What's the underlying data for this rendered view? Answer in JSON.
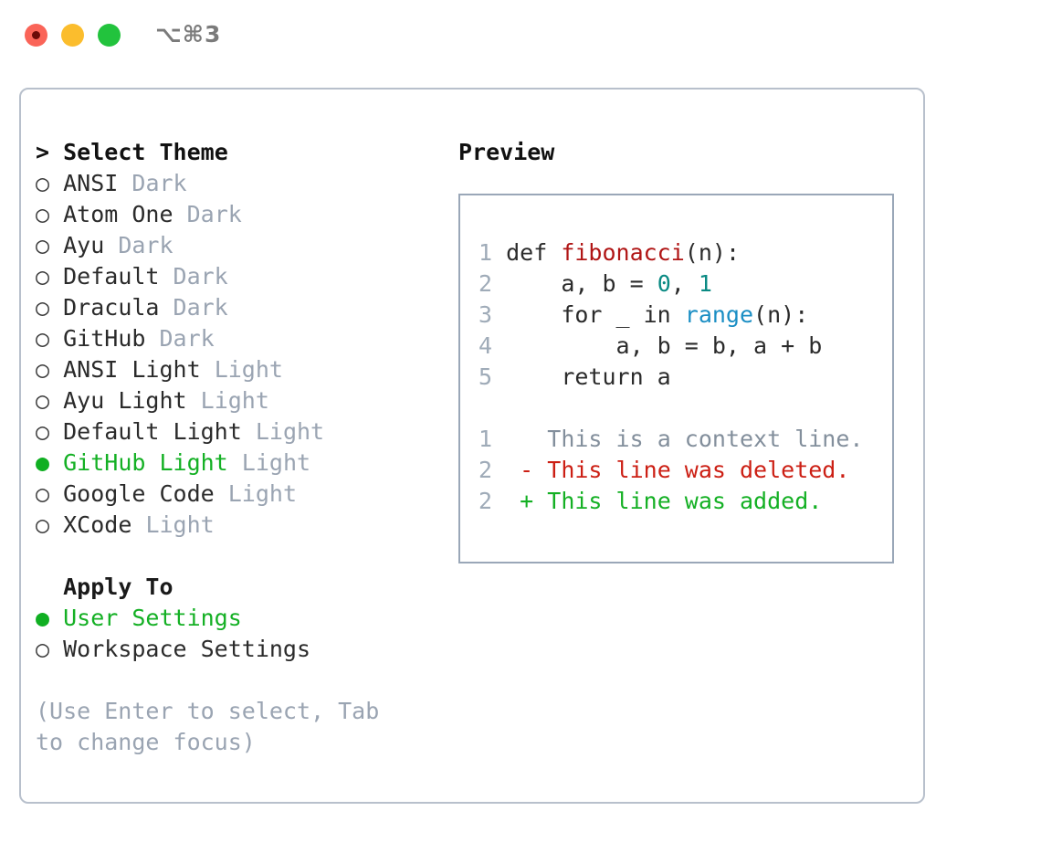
{
  "titlebar": {
    "shortcut": "⌥⌘3",
    "buttons": [
      {
        "name": "close",
        "color": "#fa6458"
      },
      {
        "name": "minimize",
        "color": "#fbbd2d"
      },
      {
        "name": "zoom",
        "color": "#22c33d"
      }
    ]
  },
  "theme_list": {
    "header_marker": ">",
    "header": "Select Theme",
    "items": [
      {
        "marker": "○",
        "name": "ANSI",
        "kind": "Dark",
        "selected": false
      },
      {
        "marker": "○",
        "name": "Atom One",
        "kind": "Dark",
        "selected": false
      },
      {
        "marker": "○",
        "name": "Ayu",
        "kind": "Dark",
        "selected": false
      },
      {
        "marker": "○",
        "name": "Default",
        "kind": "Dark",
        "selected": false
      },
      {
        "marker": "○",
        "name": "Dracula",
        "kind": "Dark",
        "selected": false
      },
      {
        "marker": "○",
        "name": "GitHub",
        "kind": "Dark",
        "selected": false
      },
      {
        "marker": "○",
        "name": "ANSI Light",
        "kind": "Light",
        "selected": false
      },
      {
        "marker": "○",
        "name": "Ayu Light",
        "kind": "Light",
        "selected": false
      },
      {
        "marker": "○",
        "name": "Default Light",
        "kind": "Light",
        "selected": false
      },
      {
        "marker": "●",
        "name": "GitHub Light",
        "kind": "Light",
        "selected": true
      },
      {
        "marker": "○",
        "name": "Google Code",
        "kind": "Light",
        "selected": false
      },
      {
        "marker": "○",
        "name": "XCode",
        "kind": "Light",
        "selected": false
      }
    ]
  },
  "apply_to": {
    "header": "Apply To",
    "items": [
      {
        "marker": "●",
        "name": "User Settings",
        "selected": true
      },
      {
        "marker": "○",
        "name": "Workspace Settings",
        "selected": false
      }
    ]
  },
  "hint": "(Use Enter to select, Tab to change focus)",
  "preview": {
    "title": "Preview",
    "code": [
      {
        "lno": "1",
        "tokens": [
          {
            "t": "def ",
            "c": "kw"
          },
          {
            "t": "fibonacci",
            "c": "fn"
          },
          {
            "t": "(n):",
            "c": "plain"
          }
        ]
      },
      {
        "lno": "2",
        "tokens": [
          {
            "t": "    a, b = ",
            "c": "plain"
          },
          {
            "t": "0",
            "c": "num"
          },
          {
            "t": ", ",
            "c": "plain"
          },
          {
            "t": "1",
            "c": "num"
          }
        ]
      },
      {
        "lno": "3",
        "tokens": [
          {
            "t": "    for _ in ",
            "c": "kw"
          },
          {
            "t": "range",
            "c": "call"
          },
          {
            "t": "(n):",
            "c": "plain"
          }
        ]
      },
      {
        "lno": "4",
        "tokens": [
          {
            "t": "        a, b = b, a + b",
            "c": "plain"
          }
        ]
      },
      {
        "lno": "5",
        "tokens": [
          {
            "t": "    return a",
            "c": "plain"
          }
        ]
      }
    ],
    "diff": [
      {
        "lno": "1",
        "sign": " ",
        "text": "This is a context line.",
        "kind": "context"
      },
      {
        "lno": "2",
        "sign": "-",
        "text": "This line was deleted.",
        "kind": "deleted"
      },
      {
        "lno": "2",
        "sign": "+",
        "text": "This line was added.",
        "kind": "added"
      }
    ]
  },
  "colors": {
    "accent_green": "#14b024",
    "muted": "#9aa4b2",
    "border": "#b8c0cc",
    "preview_border": "#9aa7b8",
    "diff_add": "#14b024",
    "diff_del": "#cc1f14",
    "keyword": "#2b2b2b",
    "function": "#b01515",
    "number": "#0a8a83",
    "call": "#1a8ec4"
  }
}
